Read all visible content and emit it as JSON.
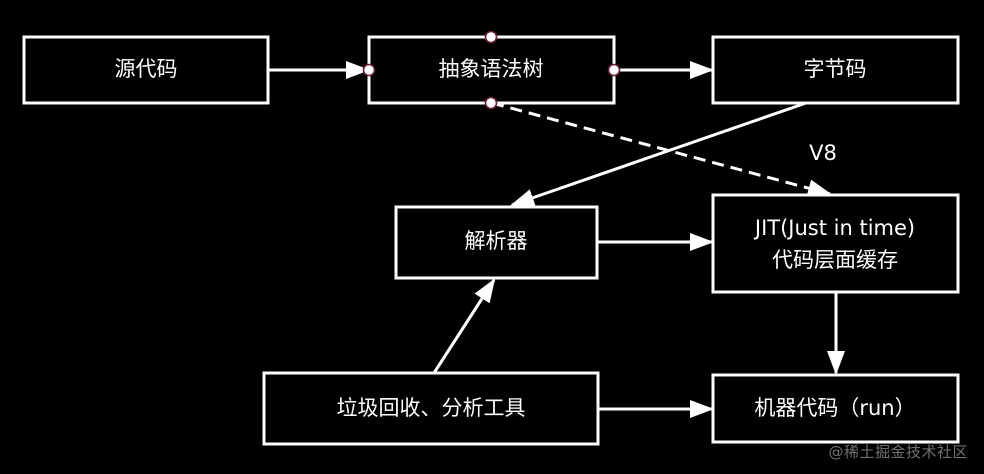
{
  "diagram": {
    "nodes": {
      "source": "源代码",
      "ast": "抽象语法树",
      "bytecode": "字节码",
      "parser": "解析器",
      "jit_line1": "JIT(Just in time)",
      "jit_line2": "代码层面缓存",
      "gc": "垃圾回收、分析工具",
      "machine": "机器代码（run）"
    },
    "labels": {
      "engine": "V8"
    }
  },
  "watermark": "@稀土掘金技术社区",
  "colors": {
    "background": "#000000",
    "stroke": "#ffffff",
    "text": "#ffffff",
    "handle_outline": "#6b1f36"
  }
}
